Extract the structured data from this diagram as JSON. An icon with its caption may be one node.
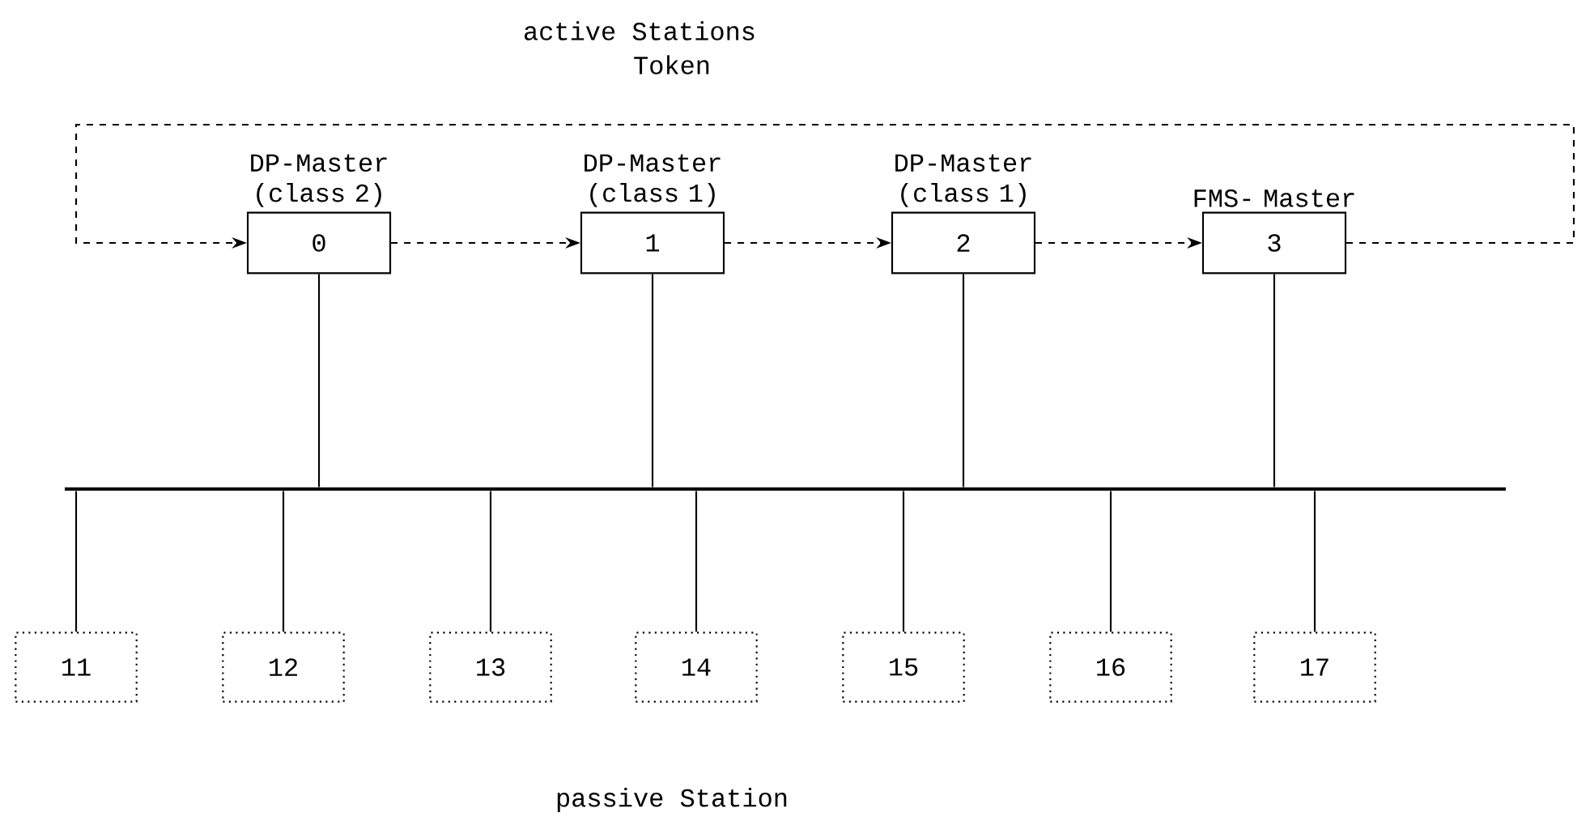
{
  "diagram": {
    "nodes": [
      {
        "text": [
          "DP-Master (class 2)",
          "0"
        ]
      },
      {
        "text": [
          "DP-Master (class 1)",
          "1"
        ]
      },
      {
        "text": [
          "DP-Master (class 1)",
          "2"
        ]
      },
      {
        "text": [
          "FMS- Master",
          "3"
        ]
      },
      {
        "text": [],
        "shape": "bar"
      },
      {
        "text": [
          "11"
        ]
      },
      {
        "text": [
          "12"
        ]
      },
      {
        "text": [
          "13"
        ]
      },
      {
        "text": [
          "14"
        ]
      },
      {
        "text": [
          "15"
        ]
      },
      {
        "text": [
          "16"
        ]
      },
      {
        "text": [
          "17"
        ]
      }
    ],
    "edges": [
      {
        "from": 0,
        "to": 1,
        "arrow": "to",
        "style": "dashed"
      },
      {
        "from": 1,
        "to": 2,
        "arrow": "to",
        "style": "dashed"
      },
      {
        "from": 2,
        "to": 3,
        "arrow": "to",
        "style": "dashed"
      },
      {
        "from": 3,
        "to": 0,
        "arrow": "to",
        "style": "dashed"
      },
      {
        "from": 0,
        "to": 4,
        "arrow": "none"
      },
      {
        "from": 1,
        "to": 4,
        "arrow": "none"
      },
      {
        "from": 2,
        "to": 4,
        "arrow": "none"
      },
      {
        "from": 3,
        "to": 4,
        "arrow": "none"
      },
      {
        "from": 4,
        "to": 5,
        "arrow": "none"
      },
      {
        "from": 4,
        "to": 6,
        "arrow": "none"
      },
      {
        "from": 4,
        "to": 7,
        "arrow": "none"
      },
      {
        "from": 4,
        "to": 8,
        "arrow": "none"
      },
      {
        "from": 4,
        "to": 9,
        "arrow": "none"
      },
      {
        "from": 4,
        "to": 10,
        "arrow": "none"
      },
      {
        "from": 4,
        "to": 11,
        "arrow": "none"
      }
    ],
    "labels": [
      "active Stations",
      "Token",
      "passive Station"
    ]
  }
}
